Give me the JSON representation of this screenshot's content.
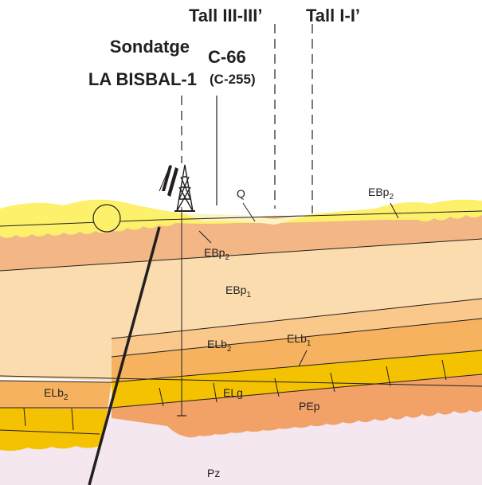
{
  "headings": {
    "section_3": "Tall III-III’",
    "section_1": "Tall I-I’",
    "borehole_line1": "Sondatge",
    "borehole_line2": "LA BISBAL-1",
    "well_name": "C-66",
    "well_alt": "(C-255)"
  },
  "units": [
    {
      "id": "q",
      "base": "Q",
      "sub": ""
    },
    {
      "id": "ebp2-r",
      "base": "EBp",
      "sub": "2"
    },
    {
      "id": "ebp2",
      "base": "EBp",
      "sub": "2"
    },
    {
      "id": "ebp1",
      "base": "EBp",
      "sub": "1"
    },
    {
      "id": "elb2",
      "base": "ELb",
      "sub": "2"
    },
    {
      "id": "elb1",
      "base": "ELb",
      "sub": "1"
    },
    {
      "id": "elb2-l",
      "base": "ELb",
      "sub": "2"
    },
    {
      "id": "elg",
      "base": "ELg",
      "sub": ""
    },
    {
      "id": "pep",
      "base": "PEp",
      "sub": ""
    },
    {
      "id": "pz",
      "base": "Pz",
      "sub": ""
    }
  ],
  "colors": {
    "quaternary": "#fdf06b",
    "quaternary_pale": "#fcf4c4",
    "ebp2": "#f3b785",
    "ebp1": "#fbdcae",
    "elb2": "#f9c88a",
    "elb1": "#f6b25e",
    "elg": "#f4c200",
    "pep": "#f2a167",
    "pz": "#f4e7f0",
    "line": "#231f20"
  }
}
